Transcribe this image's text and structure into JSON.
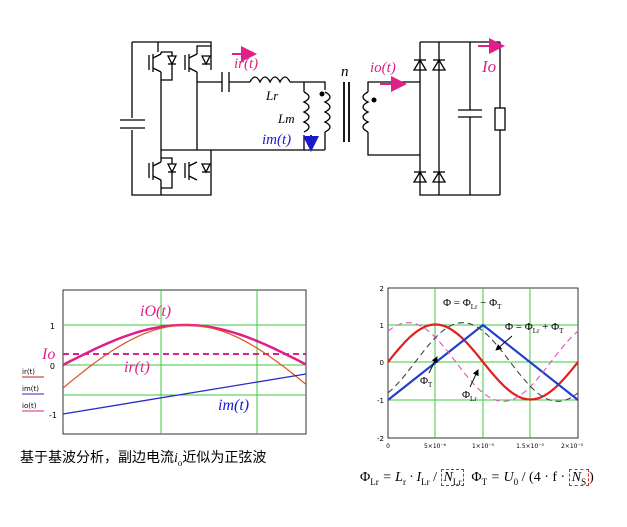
{
  "circuit": {
    "labels": {
      "ir": "ir(t)",
      "lr": "Lr",
      "lm": "Lm",
      "im": "im(t)",
      "n": "n",
      "io_t": "io(t)",
      "io": "Io"
    },
    "colors": {
      "magenta": "#e0208a",
      "blue": "#1a1acc",
      "wire": "#000000"
    }
  },
  "left_chart": {
    "annotations": {
      "io": "iO(t)",
      "ir": "ir(t)",
      "im": "im(t)",
      "Io": "Io"
    },
    "legend": [
      "ir(t)",
      "im(t)",
      "io(t)"
    ],
    "y_ticks": [
      "1",
      "0",
      "-1"
    ]
  },
  "right_chart": {
    "y_ticks": [
      "2",
      "1",
      "0",
      "-1",
      "-2"
    ],
    "x_ticks": [
      "0",
      "5×10⁻⁶",
      "1×10⁻⁵",
      "1.5×10⁻⁵",
      "2×10⁻⁵"
    ],
    "annotations": {
      "eq1": "Φ = Φ",
      "eq1_sub1": "Lr",
      "eq1_mid": " − Φ",
      "eq1_sub2": "T",
      "eq2": "Φ = Φ",
      "eq2_sub1": "Lr",
      "eq2_mid": " + Φ",
      "eq2_sub2": "T",
      "phiT": "Φ",
      "phiT_sub": "T",
      "phiLr": "Φ",
      "phiLr_sub": "Lr"
    }
  },
  "caption": {
    "text1": "基于基波分析，副边电流",
    "var": "i",
    "sub": "o",
    "text2": "近似为正弦波"
  },
  "formula": {
    "p1": "Φ",
    "p1s": "Lr",
    "p2": " = L",
    "p2s": "r",
    "p3": " · I",
    "p3s": "Lr",
    "p4": " / ",
    "box1": "N",
    "box1s": "Lr",
    "p5": "Φ",
    "p5s": "T",
    "p6": " = U",
    "p6s": "0",
    "p7": " / (4 · f · ",
    "box2": "N",
    "box2s": "S",
    "p8": ")"
  }
}
